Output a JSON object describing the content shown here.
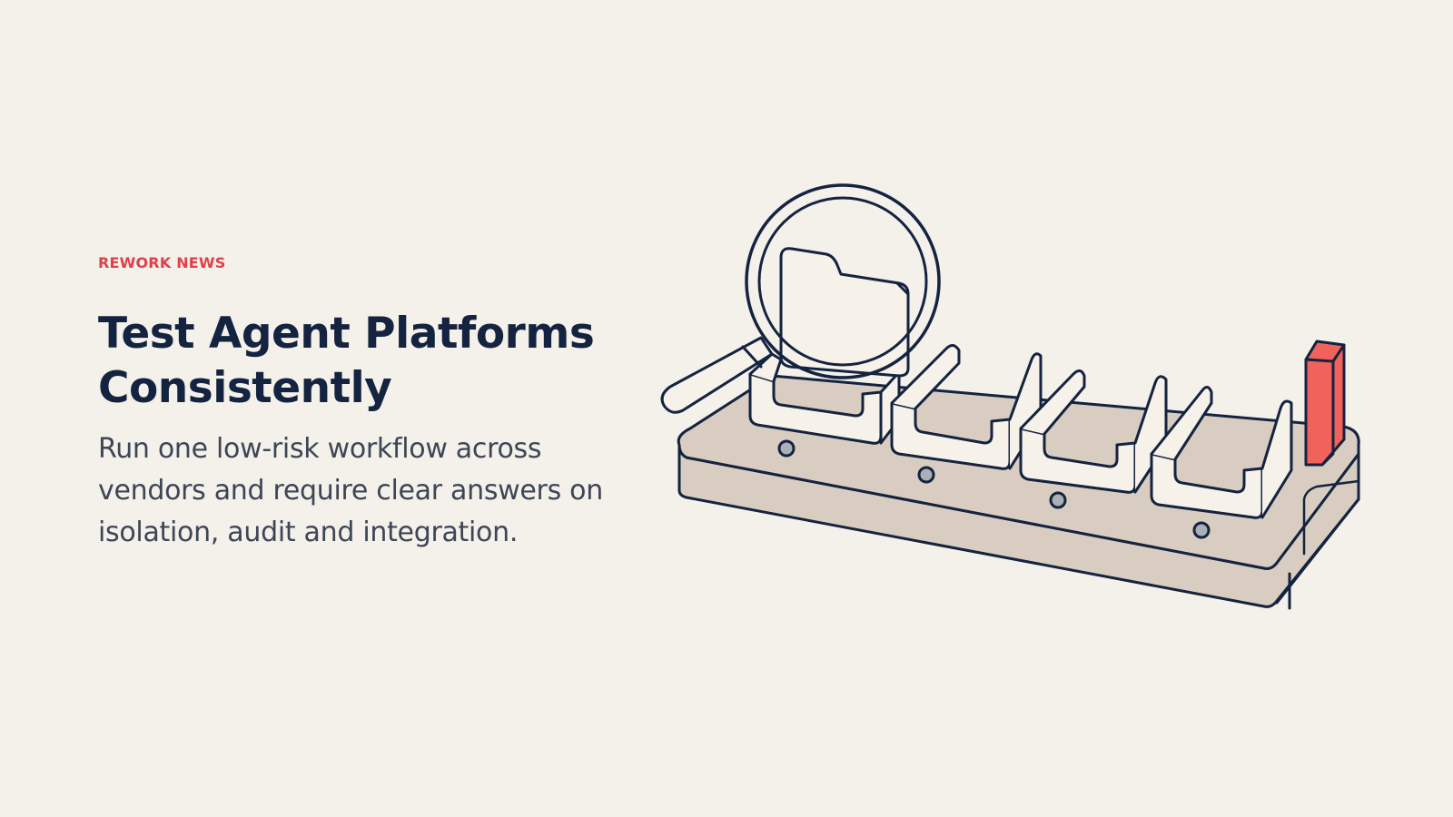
{
  "article": {
    "kicker": "REWORK NEWS",
    "title_line1": "Test Agent Platforms",
    "title_line2": "Consistently",
    "description": "Run one low-risk workflow across vendors and require clear answers on isolation, audit and integration."
  },
  "colors": {
    "background": "#f4f0ea",
    "accent": "#e0404a",
    "headline": "#14233f",
    "body_text": "#3d4656",
    "outline": "#14233f",
    "tray": "#d8cdc0",
    "slot": "#f6f1e9",
    "flag": "#f0625b"
  },
  "illustration": {
    "icons": [
      "magnifying-glass-icon",
      "folder-icon",
      "sorting-tray",
      "red-flag-marker"
    ],
    "slot_count": 4
  }
}
